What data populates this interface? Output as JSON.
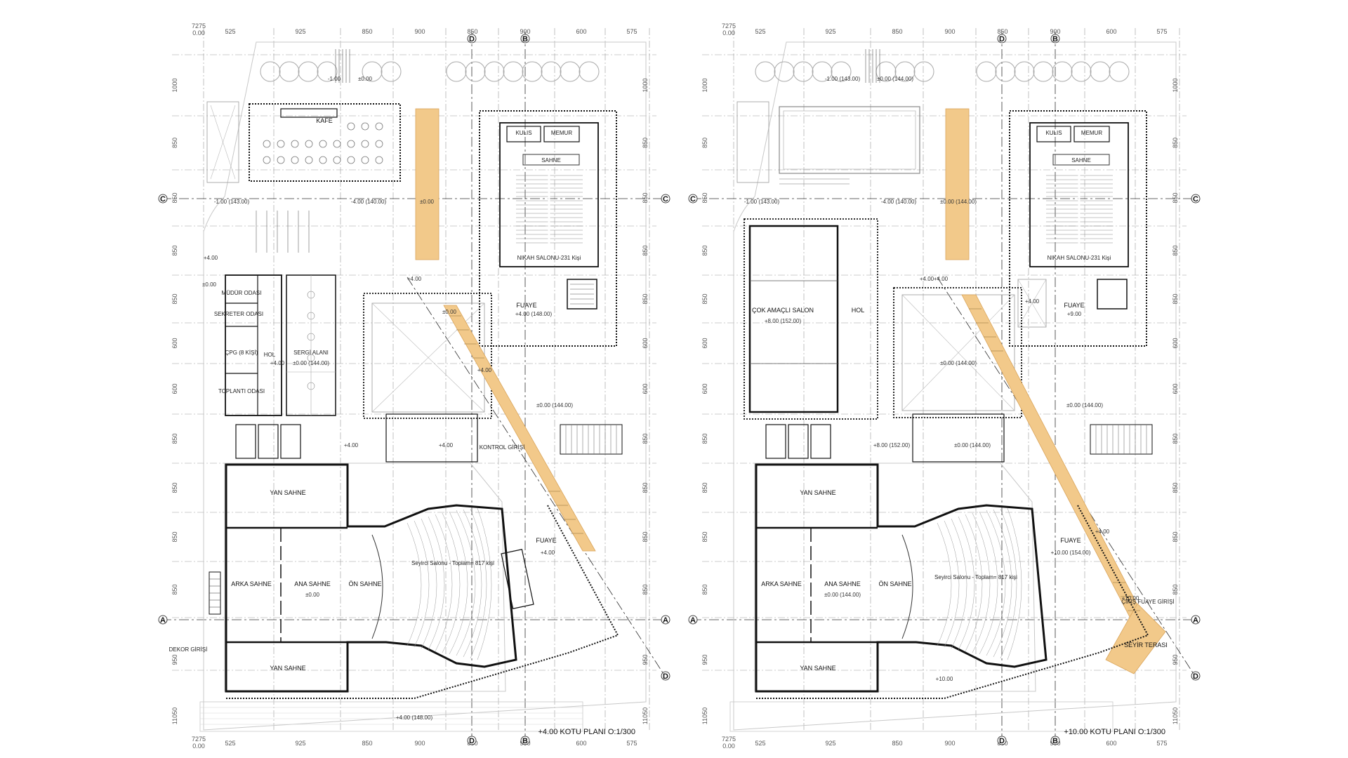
{
  "plans": [
    {
      "caption": "+4.00 KOTU PLANI O:1/300",
      "ref_top": [
        "7275",
        "0.00"
      ],
      "ref_bottom": [
        "7275",
        "0.00"
      ],
      "top_dims": [
        "525",
        "925",
        "850",
        "900",
        "850",
        "900",
        "600",
        "575"
      ],
      "bottom_dims": [
        "525",
        "925",
        "850",
        "900",
        "850",
        "900",
        "600",
        "575"
      ],
      "side_dims": [
        "1000",
        "850",
        "850",
        "850",
        "850",
        "600",
        "600",
        "850",
        "850",
        "850",
        "850",
        "950",
        "11050"
      ],
      "axes": {
        "top": [
          "D",
          "B"
        ],
        "side": [
          "C",
          "A"
        ],
        "diag": "D"
      },
      "rooms": {
        "kafe": "KAFE",
        "kulis": "KULIS",
        "memur": "MEMUR",
        "sahne": "SAHNE",
        "nikah": "NIKAH SALONU-231 Kişi",
        "fuaye_top": "FUAYE",
        "mudur": "MÜDÜR ODASI",
        "sekreter": "SEKRETER ODASI",
        "cpi": "ÇPG (8 KİŞİ)",
        "toplanti": "TOPLANTI ODASI",
        "hol": "HOL",
        "sergi": "SERGİ ALANI",
        "kontrol": "KONTROL GİRİŞİ",
        "yan_sahne_top": "YAN SAHNE",
        "yan_sahne_bottom": "YAN SAHNE",
        "arka_sahne": "ARKA SAHNE",
        "ana_sahne": "ANA SAHNE",
        "on_sahne": "ÖN SAHNE",
        "seyirci": "Seyirci Salonu - Toplam= 817 kişi",
        "fuaye_mid": "FUAYE",
        "dekor": "DEKOR GİRİŞİ"
      },
      "levels": {
        "l1": "-1.00",
        "l2": "±0.00",
        "l3": "-1.00 (143.00)",
        "l4": "-4.00 (140.00)",
        "l5": "±0.00",
        "l6": "±0.00",
        "l7": "+4.00",
        "l8": "±0.00",
        "l9": "+4.00 (148.00)",
        "l10": "+4.00",
        "l11": "±0.00 (144.00)",
        "l12": "+4.00",
        "l13": "+4.00",
        "l14": "+4.00",
        "l15": "±0.00 (144.00)",
        "l16": "+4.00",
        "l17": "+4.00 (148.00)",
        "l18": "+4.00",
        "l19": "±0.00"
      }
    },
    {
      "caption": "+10.00 KOTU PLANI O:1/300",
      "ref_top": [
        "7275",
        "0.00"
      ],
      "ref_bottom": [
        "7275",
        "0.00"
      ],
      "top_dims": [
        "525",
        "925",
        "850",
        "900",
        "850",
        "900",
        "600",
        "575"
      ],
      "bottom_dims": [
        "525",
        "925",
        "850",
        "900",
        "850",
        "900",
        "600",
        "575"
      ],
      "side_dims": [
        "1000",
        "850",
        "850",
        "850",
        "850",
        "600",
        "600",
        "850",
        "850",
        "850",
        "850",
        "950",
        "11050"
      ],
      "axes": {
        "top": [
          "D",
          "B"
        ],
        "side": [
          "C",
          "A"
        ],
        "diag": "D"
      },
      "rooms": {
        "kulis": "KULIS",
        "memur": "MEMUR",
        "sahne": "SAHNE",
        "nikah": "NIKAH SALONU-231 Kişi",
        "fuaye_top": "FUAYE",
        "cok": "ÇOK AMAÇLI SALON",
        "hol": "HOL",
        "yan_sahne_top": "YAN SAHNE",
        "yan_sahne_bottom": "YAN SAHNE",
        "arka_sahne": "ARKA SAHNE",
        "ana_sahne": "ANA SAHNE",
        "on_sahne": "ÖN SAHNE",
        "seyirci": "Seyirci Salonu - Toplam= 817 kişi",
        "fuaye_mid": "FUAYE",
        "seyir": "SEYİR TERASI",
        "cikis": "ÇIKIŞ FUAYE GİRİŞİ"
      },
      "levels": {
        "l1": "-1.00 (143.00)",
        "l2": "±0.00 (144.00)",
        "l3": "-1.00 (143.00)",
        "l4": "-4.00 (140.00)",
        "l5": "±0.00 (144.00)",
        "l6": "+4.00",
        "l7": "+8.00 (152.00)",
        "l8": "+4.00",
        "l9": "+9.00",
        "l10": "±0.00 (144.00)",
        "l11": "±0.00 (144.00)",
        "l12": "+8.00 (152.00)",
        "l13": "±0.00 (144.00)",
        "l14": "+4.00",
        "l15": "+10.00 (154.00)",
        "l16": "+10.00",
        "l17": "+10.00",
        "l18": "±0.00 (144.00)",
        "l19": "+4.00"
      }
    }
  ],
  "colors": {
    "ramp": "#f2c98a",
    "ramp_stroke": "#d9a45a",
    "wall": "#111111",
    "grid": "#9a9a9a",
    "light": "#c8c8c8"
  }
}
